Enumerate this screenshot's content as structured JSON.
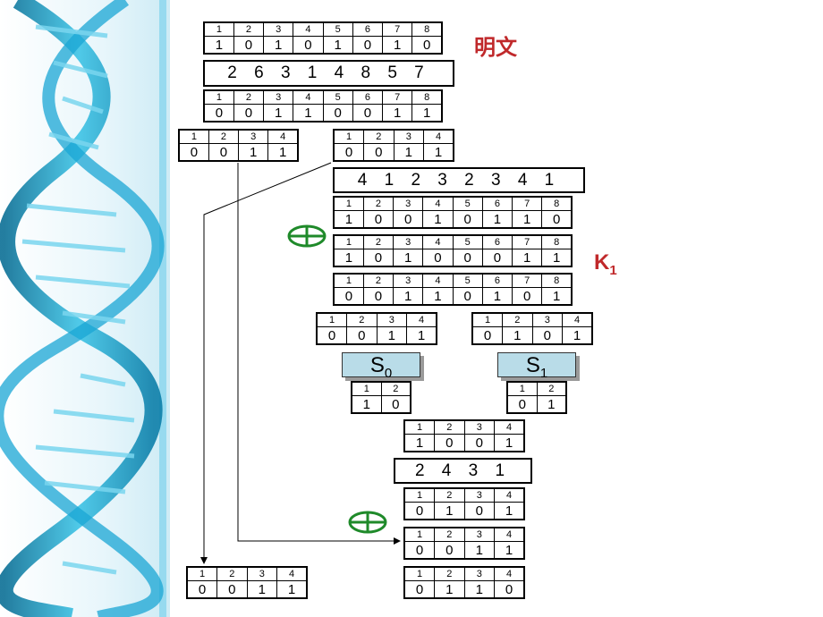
{
  "idx8": [
    "1",
    "2",
    "3",
    "4",
    "5",
    "6",
    "7",
    "8"
  ],
  "idx4": [
    "1",
    "2",
    "3",
    "4"
  ],
  "idx2": [
    "1",
    "2"
  ],
  "plaintext": {
    "label": "明文",
    "bits": [
      "1",
      "0",
      "1",
      "0",
      "1",
      "0",
      "1",
      "0"
    ]
  },
  "ip": {
    "text": "2 6 3 1 4 8 5 7"
  },
  "after_ip": {
    "bits": [
      "0",
      "0",
      "1",
      "1",
      "0",
      "0",
      "1",
      "1"
    ]
  },
  "left_half": {
    "bits": [
      "0",
      "0",
      "1",
      "1"
    ]
  },
  "right_half": {
    "bits": [
      "0",
      "0",
      "1",
      "1"
    ]
  },
  "ep": {
    "text": "4 1 2 3 2 3 4 1"
  },
  "expanded": {
    "bits": [
      "1",
      "0",
      "0",
      "1",
      "0",
      "1",
      "1",
      "0"
    ]
  },
  "key1": {
    "label": "K",
    "sub": "1",
    "bits": [
      "1",
      "0",
      "1",
      "0",
      "0",
      "0",
      "1",
      "1"
    ]
  },
  "xor_result": {
    "bits": [
      "0",
      "0",
      "1",
      "1",
      "0",
      "1",
      "0",
      "1"
    ]
  },
  "s0_input": {
    "bits": [
      "0",
      "0",
      "1",
      "1"
    ]
  },
  "s1_input": {
    "bits": [
      "0",
      "1",
      "0",
      "1"
    ]
  },
  "s0": {
    "label": "S",
    "sub": "0",
    "out": [
      "1",
      "0"
    ]
  },
  "s1": {
    "label": "S",
    "sub": "1",
    "out": [
      "0",
      "1"
    ]
  },
  "sbox_out": {
    "bits": [
      "1",
      "0",
      "0",
      "1"
    ]
  },
  "p4": {
    "text": "2 4 3 1"
  },
  "p4_out": {
    "bits": [
      "0",
      "1",
      "0",
      "1"
    ]
  },
  "left_copy": {
    "bits": [
      "0",
      "0",
      "1",
      "1"
    ]
  },
  "final_xor": {
    "bits": [
      "0",
      "1",
      "1",
      "0"
    ]
  },
  "new_right": {
    "bits": [
      "0",
      "0",
      "1",
      "1"
    ]
  },
  "colors": {
    "accent_red": "#c0292b",
    "xor_green": "#1f8a2a",
    "sbox_fill": "#b9dce8"
  }
}
